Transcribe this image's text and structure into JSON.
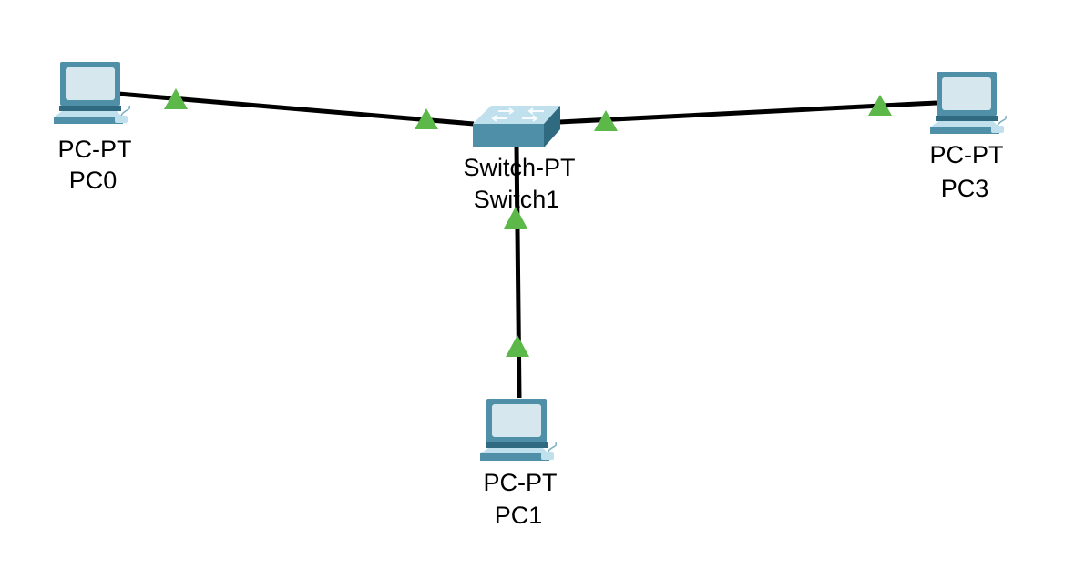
{
  "colors": {
    "cable": "#000000",
    "link_up": "#5cb848",
    "device_body": "#4f8fa8",
    "device_dark": "#2f6a80",
    "device_light": "#bfe0ec",
    "screen": "#d7e7ee"
  },
  "devices": [
    {
      "id": "pc0",
      "type": "PC",
      "model": "PC-PT",
      "name": "PC0",
      "icon": "pc-icon"
    },
    {
      "id": "switch1",
      "type": "Switch",
      "model": "Switch-PT",
      "name": "Switch1",
      "icon": "switch-icon"
    },
    {
      "id": "pc3",
      "type": "PC",
      "model": "PC-PT",
      "name": "PC3",
      "icon": "pc-icon"
    },
    {
      "id": "pc1",
      "type": "PC",
      "model": "PC-PT",
      "name": "PC1",
      "icon": "pc-icon"
    }
  ],
  "links": [
    {
      "from": "pc0",
      "to": "switch1",
      "status_from": "up",
      "status_to": "up"
    },
    {
      "from": "switch1",
      "to": "pc3",
      "status_from": "up",
      "status_to": "up"
    },
    {
      "from": "switch1",
      "to": "pc1",
      "status_from": "up",
      "status_to": "up"
    }
  ]
}
